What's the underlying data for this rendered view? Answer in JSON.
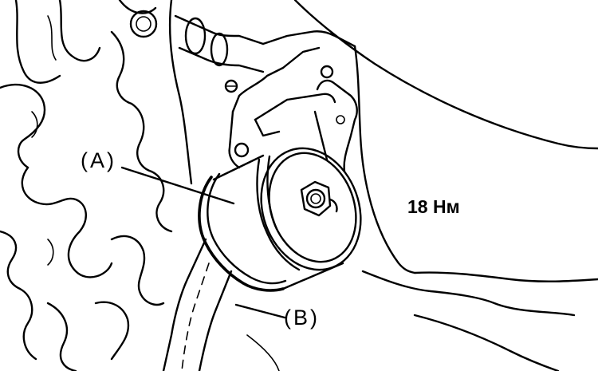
{
  "labels": {
    "a": "(A)",
    "b": "(B)"
  },
  "torque": "18 Нм",
  "colors": {
    "line": "#000000",
    "background": "#ffffff"
  }
}
